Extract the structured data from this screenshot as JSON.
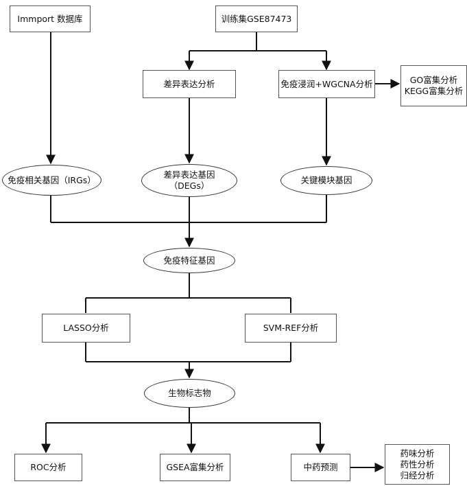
{
  "colors": {
    "line": "#111111",
    "border": "#555555",
    "text": "#111111"
  },
  "nodes": {
    "immport": "Immport 数据库",
    "train": "训练集GSE87473",
    "diff_analysis": "差异表达分析",
    "wgcna": "免疫浸润+WGCNA分析",
    "enrich": {
      "line1": "GO富集分析",
      "line2": "KEGG富集分析"
    },
    "irgs": "免疫相关基因（IRGs）",
    "degs": {
      "line1": "差异表达基因",
      "line2": "（DEGs）"
    },
    "module": "关键模块基因",
    "feature": "免疫特征基因",
    "lasso": "LASSO分析",
    "svm": "SVM-REF分析",
    "biomarker": "生物标志物",
    "roc": "ROC分析",
    "gsea": "GSEA富集分析",
    "tcm": "中药预测",
    "drug_props": {
      "line1": "药味分析",
      "line2": "药性分析",
      "line3": "归经分析"
    }
  }
}
